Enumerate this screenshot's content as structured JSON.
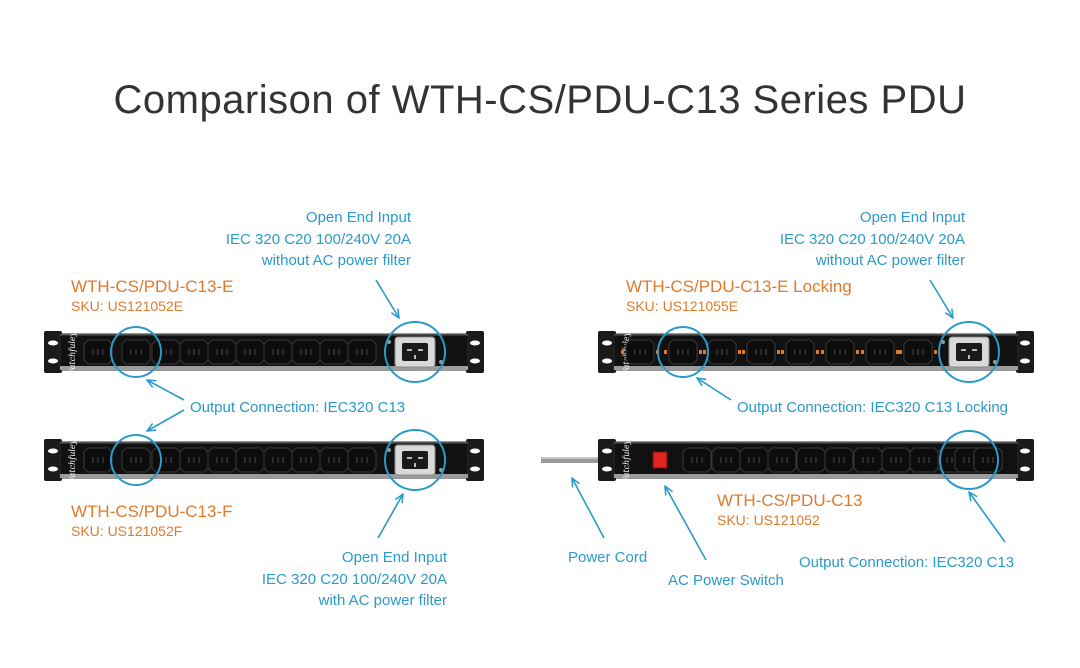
{
  "title": "Comparison of WTH-CS/PDU-C13 Series PDU",
  "brand_logo_text": "Watchfuleye",
  "colors": {
    "accent": "#2a9ac9",
    "product_name": "#e07a2b",
    "title": "#333333",
    "pdu_body": "#111111"
  },
  "products": {
    "e": {
      "name": "WTH-CS/PDU-C13-E",
      "sku": "SKU: US121052E"
    },
    "e_locking": {
      "name": "WTH-CS/PDU-C13-E Locking",
      "sku": "SKU: US121055E"
    },
    "f": {
      "name": "WTH-CS/PDU-C13-F",
      "sku": "SKU: US121052F"
    },
    "base": {
      "name": "WTH-CS/PDU-C13",
      "sku": "SKU: US121052"
    }
  },
  "callouts": {
    "input_left_top": [
      "Open End Input",
      "IEC 320 C20 100/240V 20A",
      "without AC power filter"
    ],
    "input_right_top": [
      "Open End Input",
      "IEC 320 C20 100/240V 20A",
      "without AC power filter"
    ],
    "input_left_bottom": [
      "Open End Input",
      "IEC 320 C20 100/240V 20A",
      "with AC power filter"
    ],
    "output_left": "Output Connection: IEC320 C13",
    "output_right_top": "Output Connection: IEC320 C13 Locking",
    "output_right_bottom": "Output Connection: IEC320 C13",
    "power_cord": "Power Cord",
    "ac_switch": "AC Power Switch"
  }
}
